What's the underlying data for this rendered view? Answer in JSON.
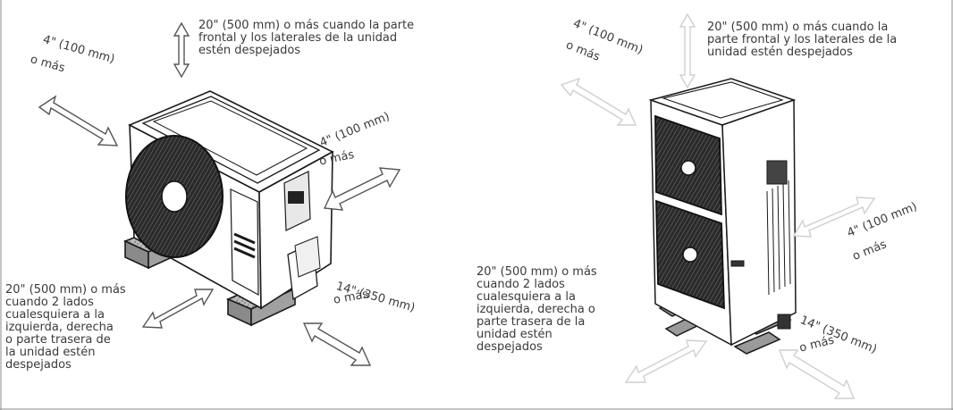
{
  "left_diagram": {
    "top_clearance": "20\" (500 mm) o más cuando la parte\nfrontal y los laterales de la unidad\nestén despejados",
    "left_clearance_line1": "4\" (100 mm)",
    "left_clearance_line2": "o más",
    "right_clearance_line1": "4\" (100 mm)",
    "right_clearance_line2": "o más",
    "rear_clearance": "20\" (500 mm) o más\ncuando 2 lados\ncualesquiera a la\nizquierda, derecha\no parte trasera de\nla unidad estén\ndespejados",
    "front_clearance_line1": "14\" (350 mm)",
    "front_clearance_line2": "o más"
  },
  "right_diagram": {
    "top_clearance": "20\" (500 mm) o más cuando la\nparte frontal y los laterales de la\nunidad estén despejados",
    "left_clearance_line1": "4\" (100 mm)",
    "left_clearance_line2": "o más",
    "right_clearance_line1": "4\" (100 mm)",
    "right_clearance_line2": "o más",
    "rear_clearance": "20\" (500 mm) o más\ncuando 2 lados\ncualesquiera a la\nizquierda, derecha o\nparte trasera de la\nunidad estén\ndespejados",
    "front_clearance_line1": "14\" (350 mm)",
    "front_clearance_line2": "o más"
  },
  "colors": {
    "arrow_outline": "#555555",
    "arrow_faint": "#cfcfcf",
    "unit_stroke": "#1a1a1a",
    "unit_body": "#ffffff",
    "fan_dark": "#222222",
    "base_pad": "#9a9a9a"
  }
}
